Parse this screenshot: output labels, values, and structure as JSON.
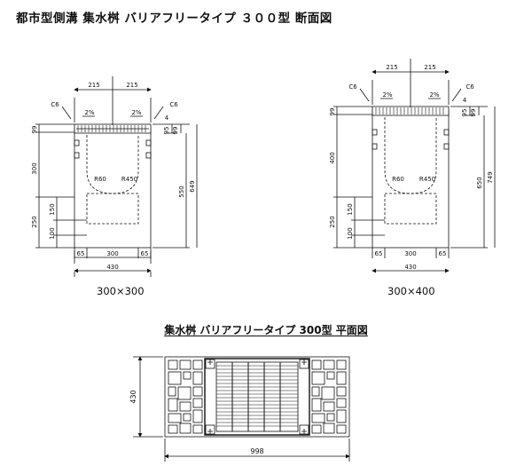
{
  "title": "都市型側溝 集水桝 バリアフリータイプ ３００型 断面図",
  "sections": [
    {
      "caption": "300×300",
      "top_dims": [
        "215",
        "215"
      ],
      "corner_labels": [
        "C6",
        "C6"
      ],
      "slopes": [
        "2%",
        "2%"
      ],
      "right_small": [
        "4",
        "95",
        "99"
      ],
      "left_dims": [
        "99",
        "300",
        "250",
        "150",
        "100"
      ],
      "right_dims": [
        "550",
        "649"
      ],
      "radii": [
        "R60",
        "R450"
      ],
      "bottom_dims": [
        "65",
        "300",
        "65"
      ],
      "width_total": "430"
    },
    {
      "caption": "300×400",
      "top_dims": [
        "215",
        "215"
      ],
      "corner_labels": [
        "C6",
        "C6"
      ],
      "slopes": [
        "2%",
        "2%"
      ],
      "right_small": [
        "4",
        "95",
        "99"
      ],
      "left_dims": [
        "99",
        "400",
        "250",
        "150",
        "100"
      ],
      "right_dims": [
        "650",
        "749"
      ],
      "radii": [
        "R60",
        "R450"
      ],
      "bottom_dims": [
        "65",
        "300",
        "65"
      ],
      "width_total": "430"
    }
  ],
  "plan": {
    "title": "集水桝 バリアフリータイプ 300型 平面図",
    "height_dim": "430",
    "width_dim": "998"
  }
}
